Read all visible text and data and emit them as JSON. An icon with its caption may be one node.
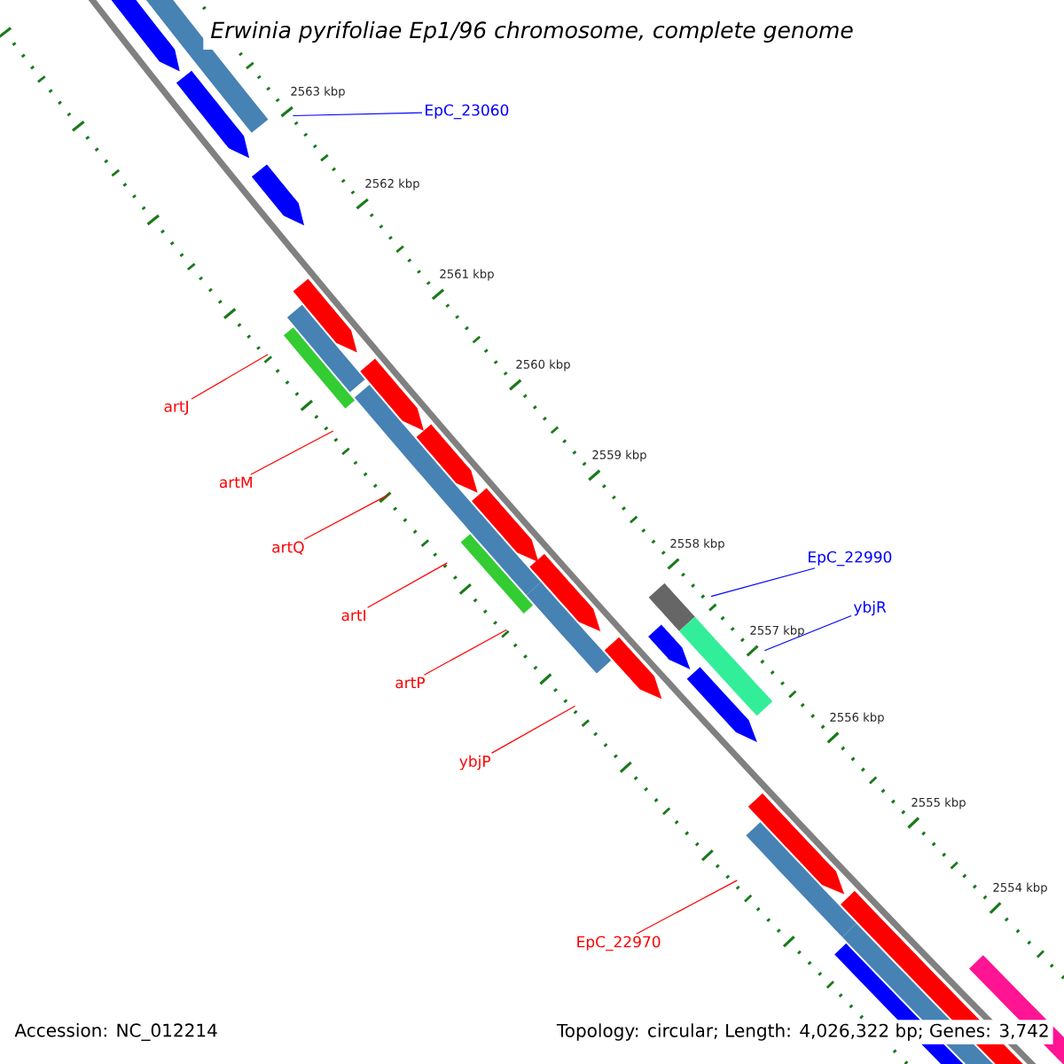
{
  "diagram": {
    "title": "Erwinia pyrifoliae Ep1/96 chromosome, complete genome",
    "nodes": [
      {
        "text": [
          "EpC_23060"
        ]
      },
      {
        "text": [
          "artJ"
        ]
      },
      {
        "text": [
          "artM"
        ]
      },
      {
        "text": [
          "artQ"
        ]
      },
      {
        "text": [
          "EpC_22990"
        ]
      },
      {
        "text": [
          "ybjR"
        ]
      },
      {
        "text": [
          "artI"
        ]
      },
      {
        "text": [
          "artP"
        ]
      },
      {
        "text": [
          "ybjP"
        ]
      },
      {
        "text": [
          "EpC_22970"
        ]
      },
      {
        "text": [],
        "shape": "pentagon"
      },
      {
        "text": [],
        "shape": "pentagon"
      },
      {
        "text": [],
        "shape": "pentagon"
      },
      {
        "text": [],
        "shape": "pentagon"
      },
      {
        "text": [],
        "shape": "bar"
      },
      {
        "text": [],
        "shape": "bar"
      },
      {
        "text": [],
        "shape": "pentagon"
      },
      {
        "text": [],
        "shape": "pentagon"
      },
      {
        "text": [],
        "shape": "pentagon"
      },
      {
        "text": [],
        "shape": "pentagon"
      }
    ],
    "edges": [
      {
        "from": 0,
        "to": 10,
        "arrow": "none",
        "color": "#0000ff"
      },
      {
        "from": 1,
        "to": 11,
        "arrow": "none"
      },
      {
        "from": 2,
        "to": 12,
        "arrow": "none"
      },
      {
        "from": 3,
        "to": 13,
        "arrow": "none"
      },
      {
        "from": 4,
        "to": 14,
        "arrow": "none",
        "color": "#0000ff"
      },
      {
        "from": 5,
        "to": 15,
        "arrow": "none",
        "color": "#0000ff"
      },
      {
        "from": 6,
        "to": 16,
        "arrow": "none"
      },
      {
        "from": 7,
        "to": 17,
        "arrow": "none"
      },
      {
        "from": 8,
        "to": 18,
        "arrow": "none"
      },
      {
        "from": 9,
        "to": 19,
        "arrow": "none"
      }
    ],
    "labels": [
      "2563 kbp",
      "2562 kbp",
      "2561 kbp",
      "2560 kbp",
      "2559 kbp",
      "2558 kbp",
      "2557 kbp",
      "2556 kbp",
      "2555 kbp",
      "2554 kbp",
      "Accession: NC_012214",
      "Topology: circular; Length: 4,026,322 bp; Genes: 3,742"
    ]
  }
}
